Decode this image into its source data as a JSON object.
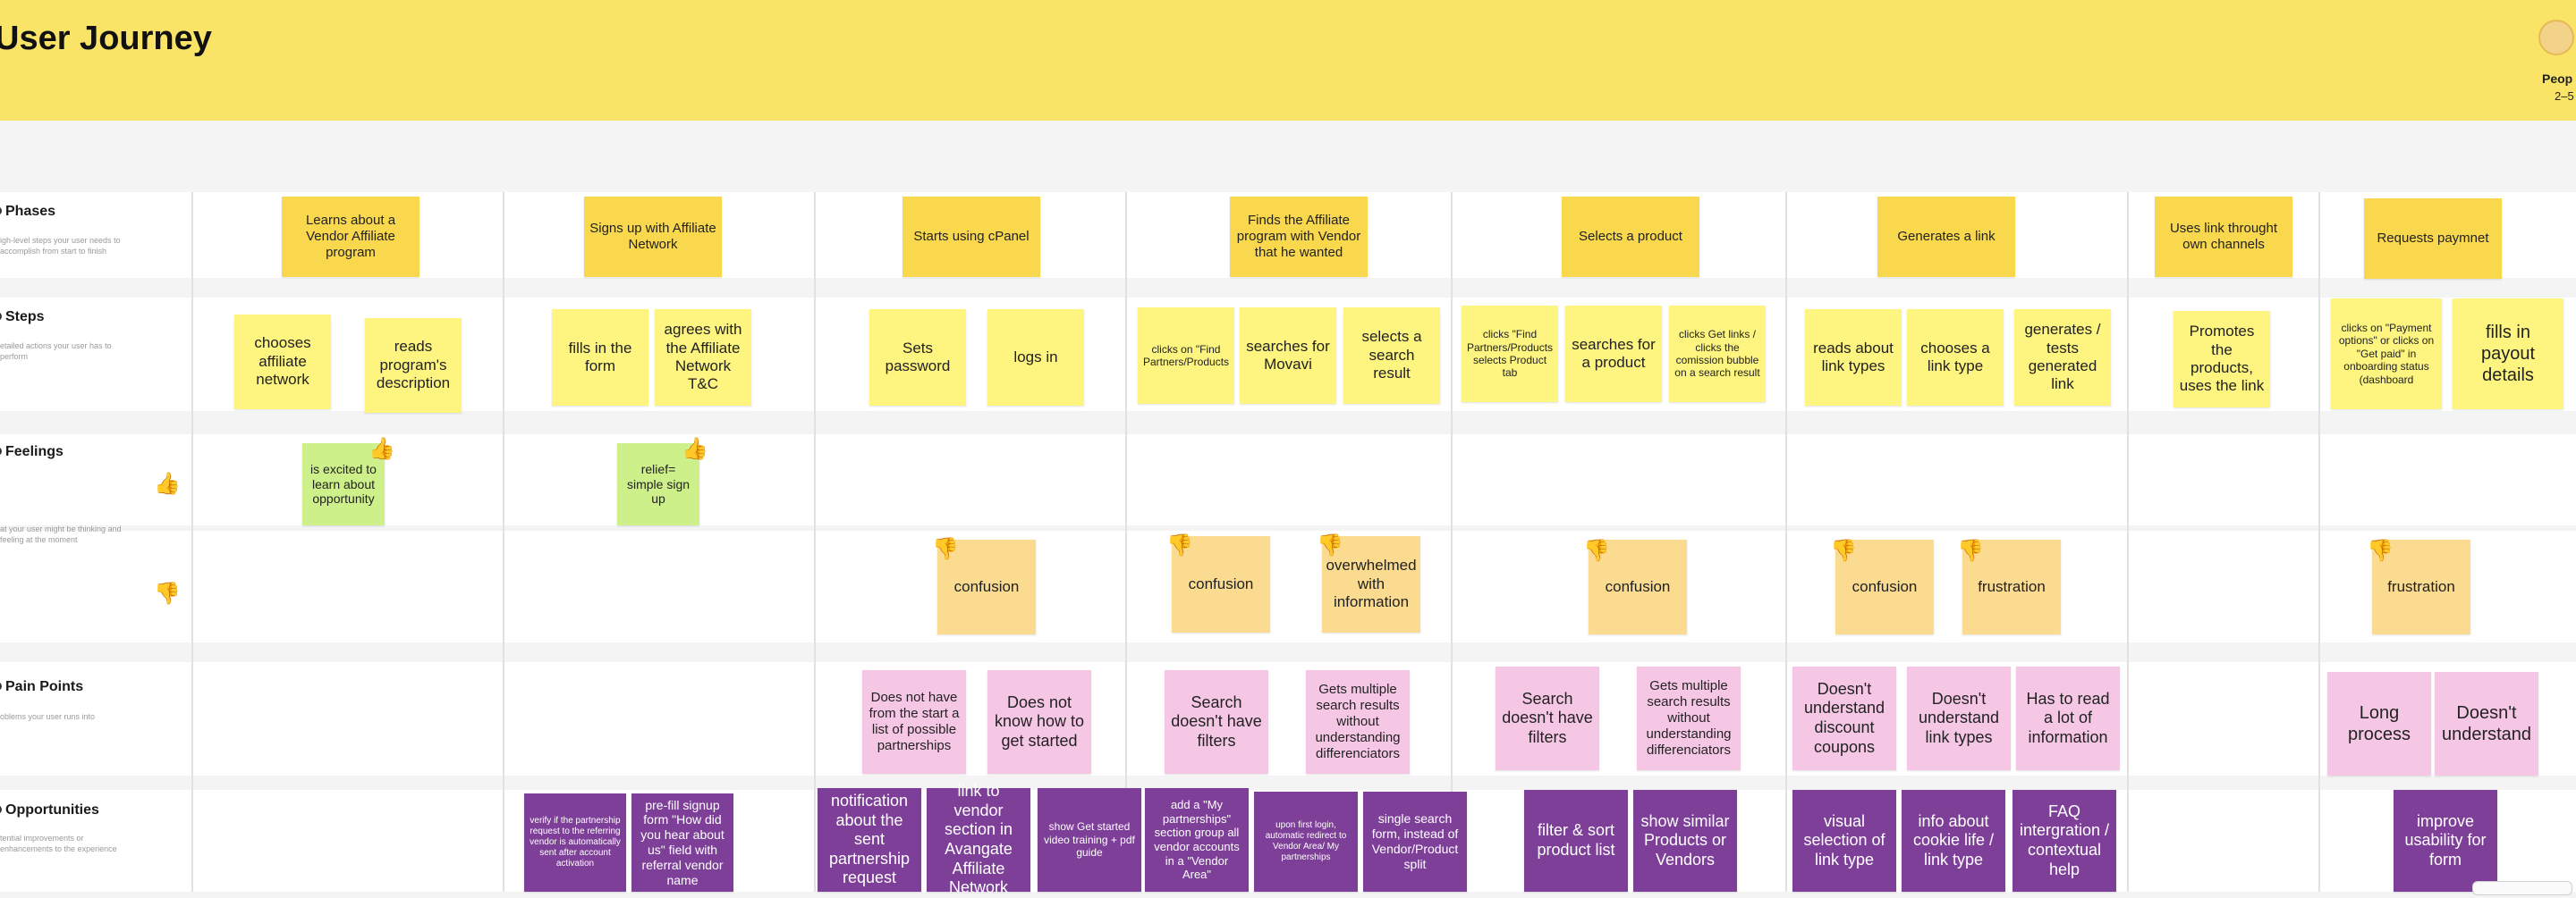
{
  "header": {
    "title": "User Journey",
    "people_label": "Peop",
    "people_count": "2–5"
  },
  "lanes": {
    "phases": {
      "label": "Phases",
      "desc": "igh-level steps your user needs to accomplish from start to finish"
    },
    "steps": {
      "label": "Steps",
      "desc": "etailed actions your user has to perform"
    },
    "feelings": {
      "label": "Feelings",
      "desc": "at your user might be thinking and feeling at the moment"
    },
    "pain": {
      "label": "Pain Points",
      "desc": "oblems your user runs into"
    },
    "opp": {
      "label": "Opportunities",
      "desc": "tential improvements or enhancements to the experience"
    }
  },
  "phases": [
    "Learns about a Vendor Affiliate program",
    "Signs up with Affiliate Network",
    "Starts using cPanel",
    "Finds the Affiliate program with Vendor that he wanted",
    "Selects a product",
    "Generates a link",
    "Uses link throught own channels",
    "Requests paymnet"
  ],
  "steps": [
    "chooses affiliate network",
    "reads program's description",
    "fills in the form",
    "agrees with the Affiliate Network T&C",
    "Sets password",
    "logs in",
    "clicks on \"Find Partners/Products",
    "searches for Movavi",
    "selects a search result",
    "clicks \"Find Partners/Products selects Product tab",
    "searches for a product",
    "clicks Get links / clicks the comission bubble on a search result",
    "reads about link types",
    "chooses a link type",
    "generates / tests generated link",
    "Promotes the products, uses the link",
    "clicks on \"Payment options\" or clicks on \"Get paid\" in onboarding status (dashboard",
    "fills in payout details"
  ],
  "feelings_good": [
    "is excited to learn about opportunity",
    "relief= simple sign up"
  ],
  "feelings_bad": [
    "confusion",
    "confusion",
    "overwhelmed with information",
    "confusion",
    "confusion",
    "frustration",
    "frustration"
  ],
  "pain_points": [
    "Does not have from the start a list of possible partnerships",
    "Does not know how to get started",
    "Search doesn't have filters",
    "Gets multiple search results without understanding differenciators",
    "Search doesn't have filters",
    "Gets multiple search results without understanding differenciators",
    "Doesn't understand discount coupons",
    "Doesn't understand link types",
    "Has to read a lot of information",
    "Long process",
    "Doesn't understand"
  ],
  "opportunities": [
    "verify if the partnership request to the referring vendor is automatically sent after account activation",
    "pre-fill signup form \"How did you hear about us\" field with referral vendor name",
    "notification about the sent partnership request",
    "link to vendor section in Avangate Affiliate Network",
    "show Get started video training + pdf guide",
    "add a \"My partnerships\" section group all vendor accounts in a \"Vendor Area\"",
    "upon first login, automatic redirect to Vendor Area/ My partnerships",
    "single search form, instead of Vendor/Product split",
    "filter & sort product list",
    "show similar Products or Vendors",
    "visual selection of link type",
    "info about cookie life / link type",
    "FAQ intergration / contextual help",
    "improve usability for form"
  ],
  "icons": {
    "thumbs_up": "thumbs-up-icon",
    "thumbs_down": "thumbs-down-icon",
    "avatar": "person-avatar-icon"
  },
  "colors": {
    "header": "#fae467",
    "phase": "#f9d84e",
    "step": "#fdf57f",
    "good_feeling": "#cdf08a",
    "bad_feeling": "#fbdb8f",
    "pain_point": "#f6c7e5",
    "opportunity": "#7d3f98"
  }
}
